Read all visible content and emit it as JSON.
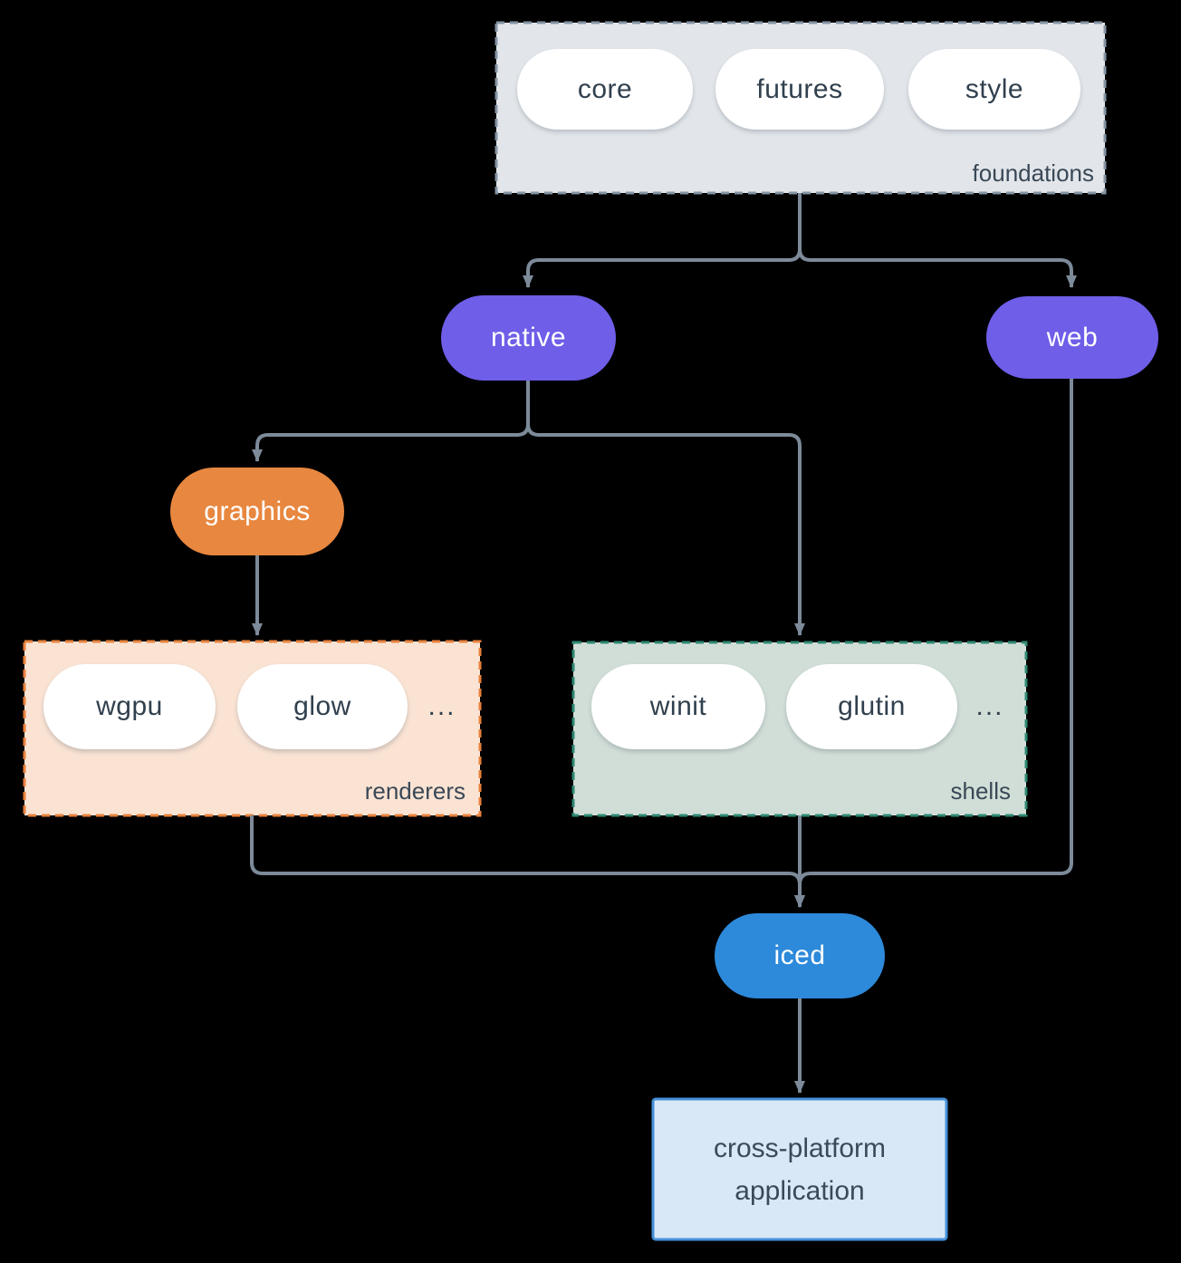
{
  "diagram": {
    "type": "flowchart",
    "background_color": "#000000",
    "edge_color": "#7c8a99",
    "groups": {
      "foundations": {
        "label": "foundations",
        "fill": "#e2e6ea",
        "border_color": "#8594a4",
        "pills": [
          "core",
          "futures",
          "style"
        ]
      },
      "renderers": {
        "label": "renderers",
        "fill": "#fae3d3",
        "border_color": "#e8823d",
        "pills": [
          "wgpu",
          "glow"
        ],
        "ellipsis": "..."
      },
      "shells": {
        "label": "shells",
        "fill": "#d1ded7",
        "border_color": "#2e8973",
        "pills": [
          "winit",
          "glutin"
        ],
        "ellipsis": "..."
      }
    },
    "nodes": {
      "native": {
        "label": "native",
        "fill": "#6e5ee8",
        "text_color": "#ffffff"
      },
      "web": {
        "label": "web",
        "fill": "#6e5ee8",
        "text_color": "#ffffff"
      },
      "graphics": {
        "label": "graphics",
        "fill": "#e8873f",
        "text_color": "#ffffff"
      },
      "iced": {
        "label": "iced",
        "fill": "#2d89da",
        "text_color": "#ffffff"
      },
      "application": {
        "line1": "cross-platform",
        "line2": "application",
        "fill": "#d9e8f7",
        "border_color": "#4590d9",
        "text_color": "#3b4a59"
      }
    },
    "edges": [
      {
        "from": "foundations",
        "to": "native"
      },
      {
        "from": "foundations",
        "to": "web"
      },
      {
        "from": "native",
        "to": "graphics"
      },
      {
        "from": "native",
        "to": "shells"
      },
      {
        "from": "graphics",
        "to": "renderers"
      },
      {
        "from": "renderers",
        "to": "iced"
      },
      {
        "from": "shells",
        "to": "iced"
      },
      {
        "from": "web",
        "to": "iced"
      },
      {
        "from": "iced",
        "to": "application"
      }
    ]
  }
}
